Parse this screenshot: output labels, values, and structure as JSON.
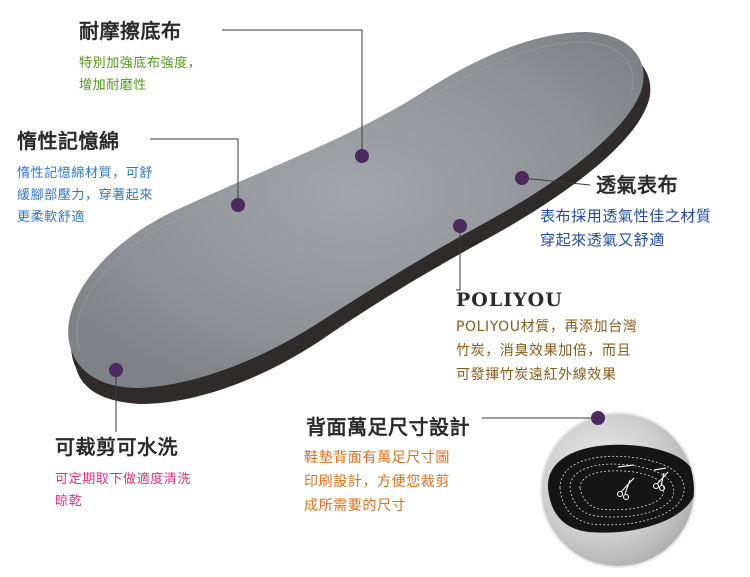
{
  "callouts": {
    "durable": {
      "title": "耐摩擦底布",
      "lines": [
        "特別加強底布強度，",
        "增加耐磨性"
      ]
    },
    "memory_foam": {
      "title": "惰性記憶綿",
      "lines": [
        "惰性記憶綿材質，可舒",
        "緩腳部壓力，穿著起來",
        "更柔軟舒適"
      ]
    },
    "breathable": {
      "title": "透氣表布",
      "lines": [
        "表布採用透氣性佳之材質",
        "穿起來透氣又舒適"
      ]
    },
    "poliyou": {
      "title": "POLIYOU",
      "lines": [
        "POLIYOU材質，再添加台灣",
        "竹炭，消臭效果加倍，而且",
        "可發揮竹炭遠紅外線效果"
      ]
    },
    "size_print": {
      "title": "背面萬足尺寸設計",
      "lines": [
        "鞋墊背面有萬足尺寸圖",
        "印刷設計，方便您裁剪",
        "成所需要的尺寸"
      ]
    },
    "washable": {
      "title": "可裁剪可水洗",
      "lines": [
        "可定期取下做適度清洗",
        "晾乾"
      ]
    }
  },
  "colors": {
    "marker": "#4b2a5e",
    "leader_line": "#3a3a3a",
    "insole_top": "#8e9196",
    "insole_edge": "#2e2b2a",
    "inset_bg": "#c9c9c9",
    "inset_insole": "#151515"
  }
}
